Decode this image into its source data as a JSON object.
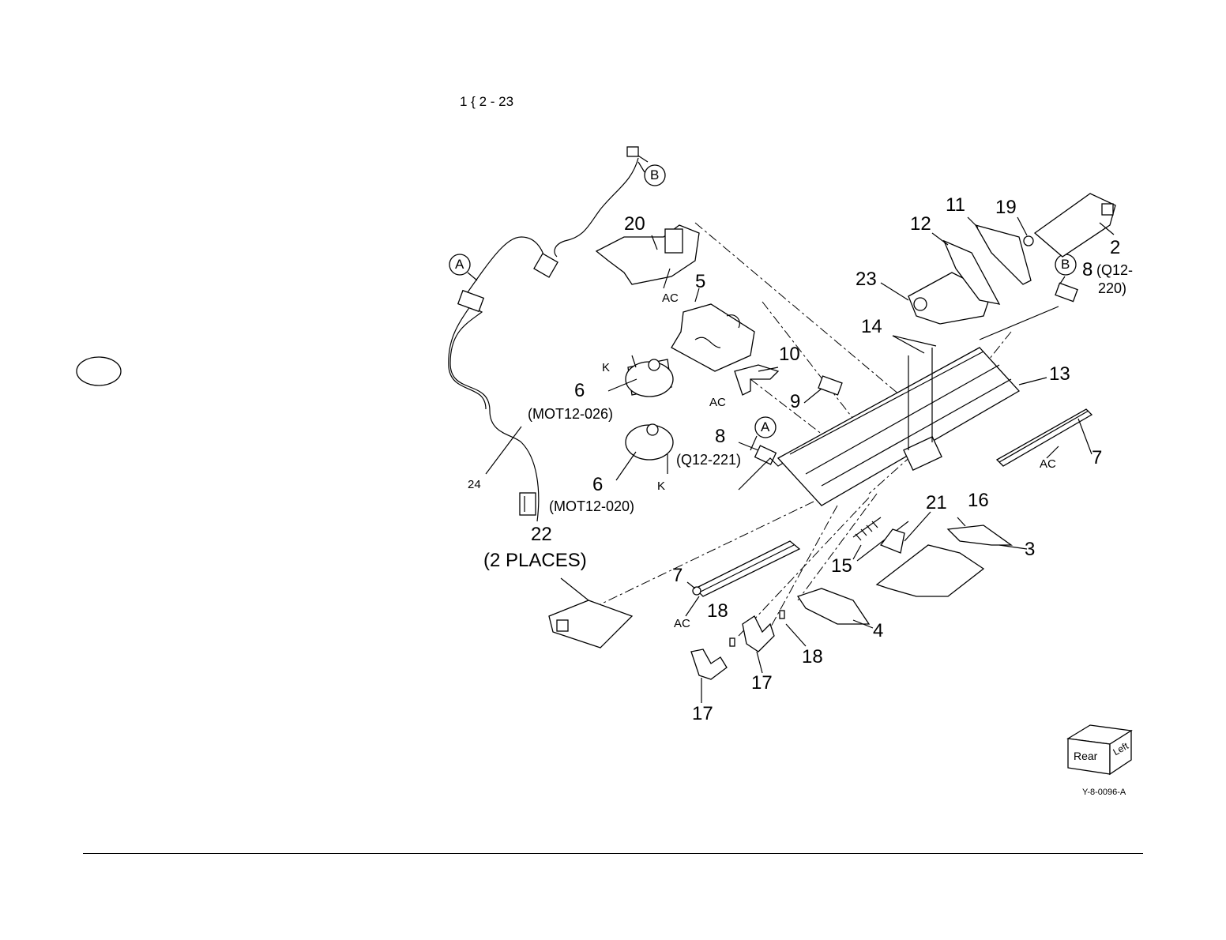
{
  "header": {
    "range_label": "1 { 2 - 23"
  },
  "callouts": [
    {
      "id": "c20",
      "text": "20"
    },
    {
      "id": "cAC1",
      "text": "AC"
    },
    {
      "id": "c5",
      "text": "5"
    },
    {
      "id": "cK1",
      "text": "K"
    },
    {
      "id": "c6a",
      "text": "6"
    },
    {
      "id": "cMOT026",
      "text": "(MOT12-026)"
    },
    {
      "id": "c10",
      "text": "10"
    },
    {
      "id": "cAC2",
      "text": "AC"
    },
    {
      "id": "c9",
      "text": "9"
    },
    {
      "id": "c8a",
      "text": "8"
    },
    {
      "id": "cQ221",
      "text": "(Q12-221)"
    },
    {
      "id": "c6b",
      "text": "6"
    },
    {
      "id": "cK2",
      "text": "K"
    },
    {
      "id": "cMOT020",
      "text": "(MOT12-020)"
    },
    {
      "id": "c24",
      "text": "24"
    },
    {
      "id": "c22",
      "text": "22"
    },
    {
      "id": "c2places",
      "text": "(2 PLACES)"
    },
    {
      "id": "c7a",
      "text": "7"
    },
    {
      "id": "cAC3",
      "text": "AC"
    },
    {
      "id": "c18a",
      "text": "18"
    },
    {
      "id": "c17a",
      "text": "17"
    },
    {
      "id": "c17b",
      "text": "17"
    },
    {
      "id": "c18b",
      "text": "18"
    },
    {
      "id": "c4",
      "text": "4"
    },
    {
      "id": "c15",
      "text": "15"
    },
    {
      "id": "c21",
      "text": "21"
    },
    {
      "id": "c16",
      "text": "16"
    },
    {
      "id": "c3",
      "text": "3"
    },
    {
      "id": "c7b",
      "text": "7"
    },
    {
      "id": "cAC4",
      "text": "AC"
    },
    {
      "id": "c13",
      "text": "13"
    },
    {
      "id": "c14",
      "text": "14"
    },
    {
      "id": "c23",
      "text": "23"
    },
    {
      "id": "c12",
      "text": "12"
    },
    {
      "id": "c11",
      "text": "11"
    },
    {
      "id": "c19",
      "text": "19"
    },
    {
      "id": "c2",
      "text": "2"
    },
    {
      "id": "c8b",
      "text": "8"
    },
    {
      "id": "cQ220a",
      "text": "(Q12-"
    },
    {
      "id": "cQ220b",
      "text": "220)"
    }
  ],
  "bubbles": {
    "a": "A",
    "b": "B"
  },
  "orientation": {
    "rear": "Rear",
    "left": "Left"
  },
  "figure_id": "Y-8-0096-A"
}
